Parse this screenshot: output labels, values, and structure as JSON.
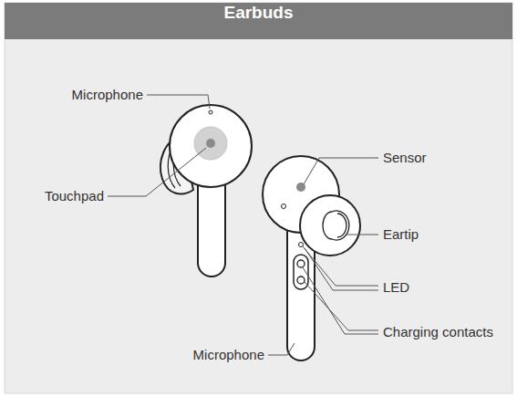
{
  "diagram": {
    "title": "Earbuds",
    "labels": [
      "Microphone",
      "Touchpad",
      "Sensor",
      "Eartip",
      "LED",
      "Charging contacts",
      "Microphone"
    ]
  }
}
